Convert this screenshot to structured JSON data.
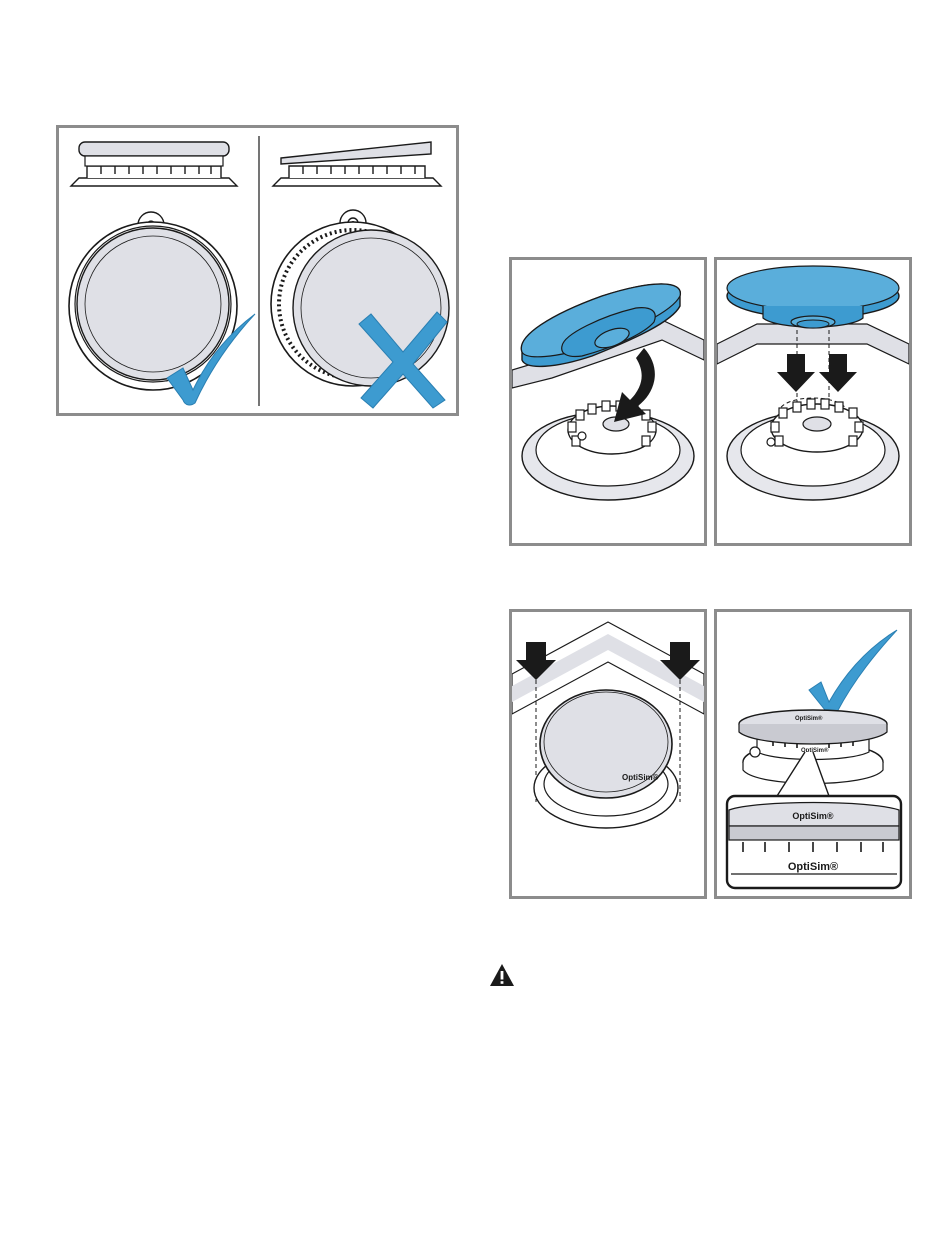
{
  "figures": {
    "cap_compare": {
      "correct_icon": "checkmark-icon",
      "incorrect_icon": "cross-icon"
    },
    "step_3": {
      "cap_label": "OptiSim®"
    },
    "step_4": {
      "cap_label": "OptiSim®",
      "zoom_top_label": "OptiSim®",
      "zoom_label": "OptiSim®",
      "result_icon": "checkmark-icon"
    }
  },
  "warning": {
    "icon": "warning-triangle-icon"
  },
  "colors": {
    "accent_blue": "#3d9bd0",
    "cap_gray": "#dfe0e6",
    "frame_gray": "#8c8c8c",
    "outline": "#1a1a1a"
  }
}
